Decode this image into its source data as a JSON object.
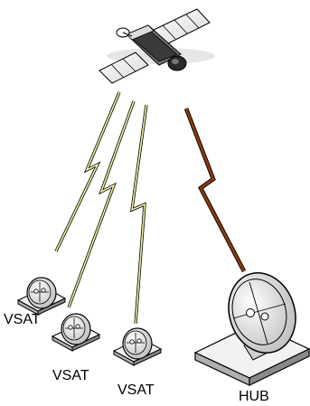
{
  "labels": {
    "vsat_1": "VSAT",
    "vsat_2": "VSAT",
    "vsat_3": "VSAT",
    "hub": "HUB"
  },
  "colors": {
    "vsat_link": "#f3f0a0",
    "hub_link": "#8b3a0c",
    "dish_face": "#ececec",
    "base_top": "#f2f2f2",
    "base_side": "#b0b0b0",
    "satellite_panel": "#ffffff",
    "satellite_body": "#3a3a3a"
  },
  "icons": {
    "satellite": "satellite-icon",
    "vsat_dish": "small-dish-icon",
    "hub_dish": "large-dish-icon"
  }
}
